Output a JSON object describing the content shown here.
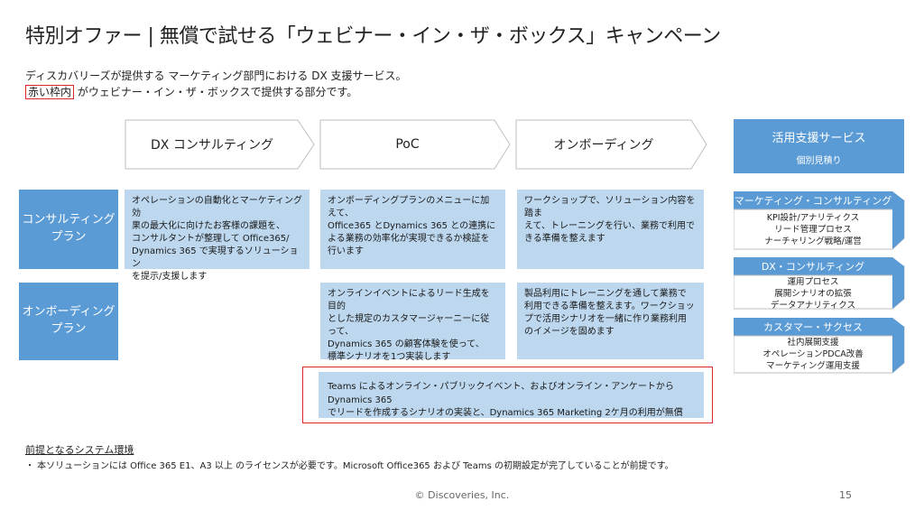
{
  "title": "特別オファー | 無償で試せる「ウェビナー・イン・ザ・ボックス」キャンペーン",
  "intro": {
    "line1": "ディスカバリーズが提供する マーケティング部門における DX 支援サービス。",
    "line2_boxed": "赤い枠内",
    "line2_rest": " がウェビナー・イン・ザ・ボックスで提供する部分です。"
  },
  "phases": [
    "DX コンサルティング",
    "PoC",
    "オンボーディング"
  ],
  "plans": [
    {
      "label": "コンサルティング\nプラン",
      "cells": [
        "オペレーションの自動化とマーケティング効\n果の最大化に向けたお客様の課題を、\nコンサルタントが整理して Office365/\nDynamics 365 で実現するソリューション\nを提示/支援します",
        "オンボーディングプランのメニューに加えて、\nOffice365 とDynamics 365 との連携に\nよる業務の効率化が実現できるか検証を\n行います",
        "ワークショップで、ソリューション内容を踏ま\nえて、トレーニングを行い、業務で利用で\nきる準備を整えます"
      ]
    },
    {
      "label": "オンボーディング\nプラン",
      "cells": [
        "オンラインイベントによるリード生成を目的\nとした規定のカスタマージャーニーに従って、\nDynamics 365 の顧客体験を使って、\n標準シナリオを1つ実装します",
        "製品利用にトレーニングを通して業務で\n利用できる準備を整えます。ワークショッ\nプで活用シナリオを一緒に作り業務利用\nのイメージを固めます"
      ]
    }
  ],
  "webinar_box": "Teams によるオンライン・パブリックイベント、およびオンライン・アンケートから Dynamics 365\nでリードを作成するシナリオの実装と、Dynamics 365 Marketing 2ケ月の利用が無償",
  "services": {
    "title": "活用支援サービス",
    "subtitle": "個別見積り",
    "items": [
      {
        "title": "マーケティング・コンサルティング",
        "body": "KPI設計/アナリティクス\nリード管理プロセス\nナーチャリング戦略/運営"
      },
      {
        "title": "DX・コンサルティング",
        "body": "運用プロセス\n展開シナリオの拡張\nデータアナリティクス"
      },
      {
        "title": "カスタマー・サクセス",
        "body": "社内展開支援\nオペレーションPDCA改善\nマーケティング運用支援"
      }
    ]
  },
  "prerequisites": {
    "heading": "前提となるシステム環境",
    "text": "・ 本ソリューションには Office 365 E1、A3 以上 のライセンスが必要です。Microsoft Office365 および Teams の初期設定が完了していることが前提です。"
  },
  "footer": "© Discoveries, Inc.",
  "page_number": "15",
  "colors": {
    "blue": "#5b9bd5",
    "light_blue": "#bdd7ee",
    "red": "#e0262b"
  }
}
